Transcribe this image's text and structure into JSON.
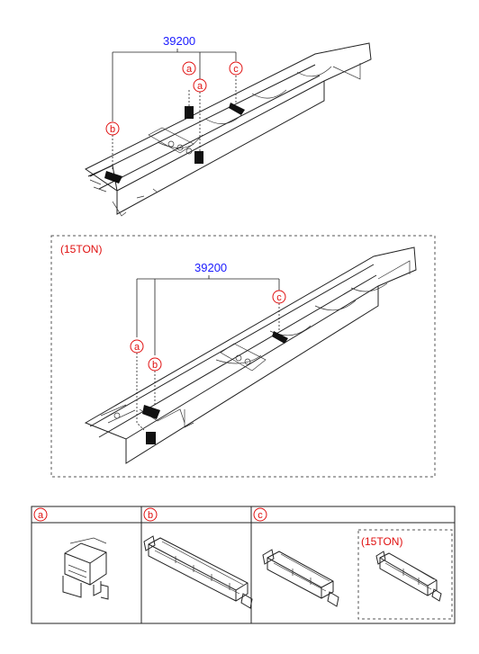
{
  "diagram_top": {
    "part_number": "39200",
    "callouts": [
      "a",
      "a",
      "c",
      "b"
    ]
  },
  "diagram_15ton": {
    "label": "(15TON)",
    "part_number": "39200",
    "callouts": [
      "c",
      "a",
      "b"
    ]
  },
  "table": {
    "headers": [
      "a",
      "b",
      "c"
    ],
    "sub_label": "(15TON)"
  },
  "colors": {
    "part_number": "#1a1aff",
    "callout": "#e01010",
    "line": "#222222"
  }
}
